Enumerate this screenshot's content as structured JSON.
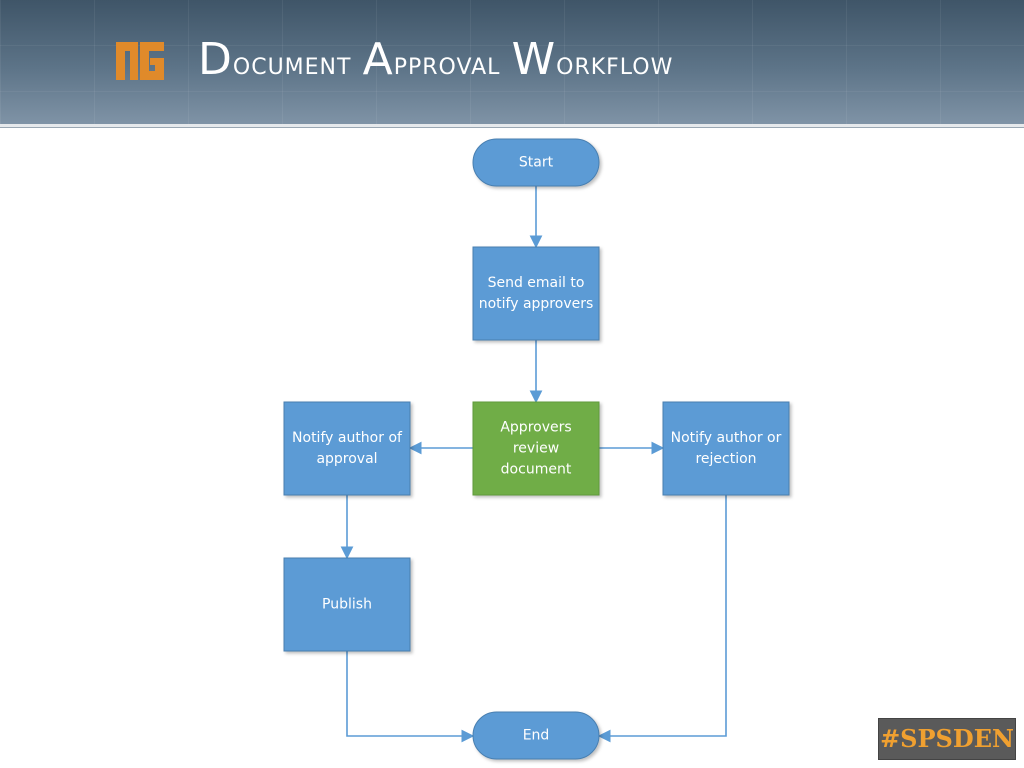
{
  "header": {
    "logo": "MG",
    "title_parts": [
      {
        "cap": "D",
        "rest": "ocument "
      },
      {
        "cap": "A",
        "rest": "pproval "
      },
      {
        "cap": "W",
        "rest": "orkflow"
      }
    ]
  },
  "diagram": {
    "nodes": {
      "start": {
        "shape": "terminator",
        "lines": [
          "Start"
        ]
      },
      "send_email": {
        "shape": "process",
        "lines": [
          "Send email to",
          "notify approvers"
        ]
      },
      "review": {
        "shape": "process",
        "lines": [
          "Approvers",
          "review",
          "document"
        ]
      },
      "notify_approval": {
        "shape": "process",
        "lines": [
          "Notify author of",
          "approval"
        ]
      },
      "notify_rejection": {
        "shape": "process",
        "lines": [
          "Notify author or",
          "rejection"
        ]
      },
      "publish": {
        "shape": "process",
        "lines": [
          "Publish"
        ]
      },
      "end": {
        "shape": "terminator",
        "lines": [
          "End"
        ]
      }
    },
    "edges": [
      {
        "from": "start",
        "to": "send_email"
      },
      {
        "from": "send_email",
        "to": "review"
      },
      {
        "from": "review",
        "to": "notify_approval"
      },
      {
        "from": "review",
        "to": "notify_rejection"
      },
      {
        "from": "notify_approval",
        "to": "publish"
      },
      {
        "from": "publish",
        "to": "end"
      },
      {
        "from": "notify_rejection",
        "to": "end"
      }
    ],
    "colors": {
      "process": "#5b9bd5",
      "terminator": "#5b9bd5",
      "review": "#70ad47",
      "edge": "#5b9bd5",
      "border": "#4a7fb0"
    }
  },
  "badge": {
    "text": "#SPSDEN"
  }
}
